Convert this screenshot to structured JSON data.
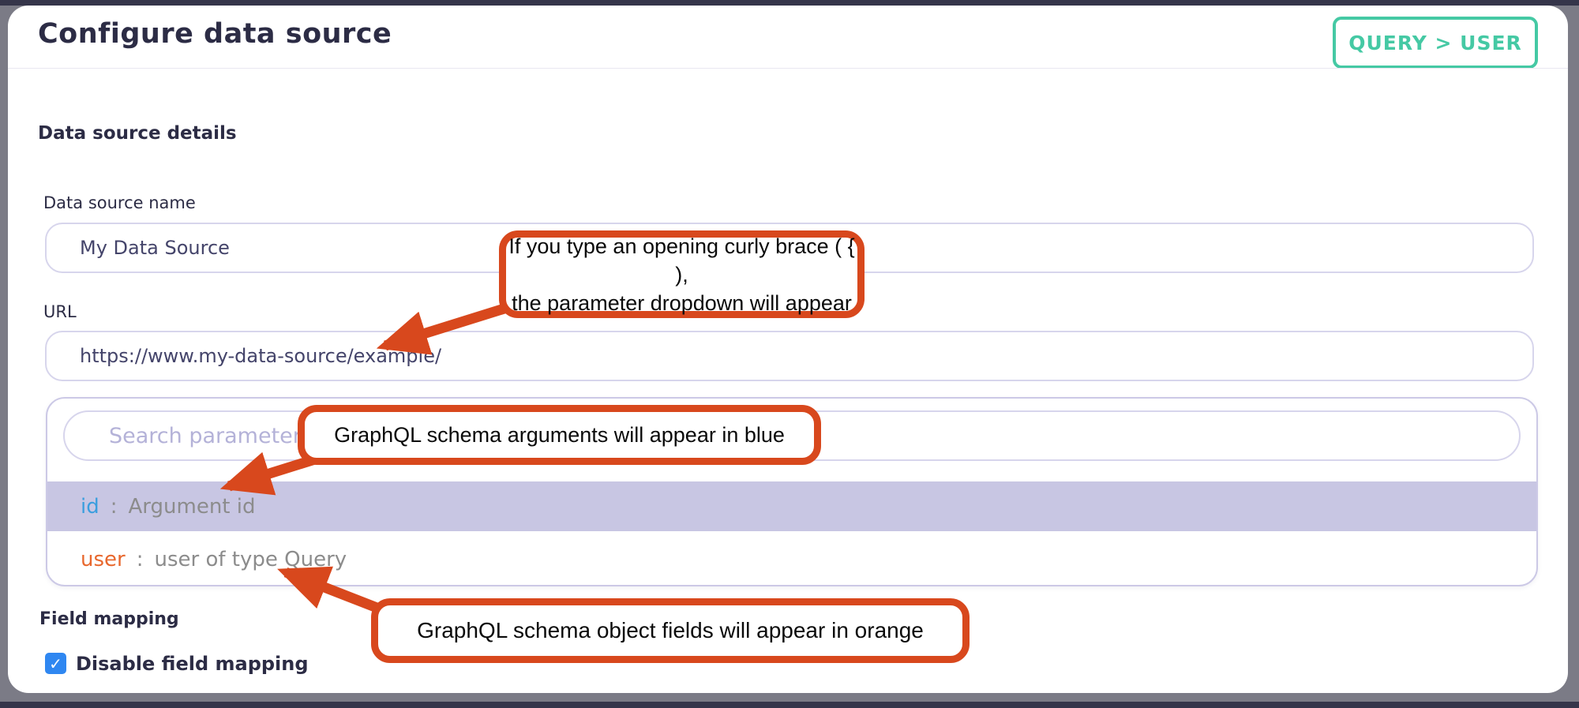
{
  "header": {
    "title": "Configure data source",
    "type_badge": "QUERY > USER"
  },
  "details": {
    "section_title": "Data source details",
    "name_field": {
      "label": "Data source name",
      "value": "My Data Source"
    },
    "url_field": {
      "label": "URL",
      "value": "https://www.my-data-source/example/"
    }
  },
  "parameter_dropdown": {
    "search_placeholder": "Search parameter",
    "items": [
      {
        "name": "id",
        "separator": ":",
        "description": "Argument id",
        "kind": "graphql-schema-argument",
        "name_color": "#3b9ede",
        "highlighted": true
      },
      {
        "name": "user",
        "separator": ":",
        "description": "user of type Query",
        "kind": "graphql-schema-object-field",
        "name_color": "#e8682e",
        "highlighted": false
      }
    ]
  },
  "field_mapping": {
    "section_title": "Field mapping",
    "checkbox": {
      "label": "Disable field mapping",
      "checked": true,
      "check_glyph": "✓"
    }
  },
  "annotations": {
    "curly_brace": {
      "line1": "If you type an opening curly brace ( { ),",
      "line2": "the parameter dropdown will appear"
    },
    "arguments_blue": "GraphQL schema arguments will appear in blue",
    "fields_orange": "GraphQL schema object fields will appear in orange"
  },
  "colors": {
    "accent_teal": "#45c9a4",
    "annotation_orange": "#d8481d",
    "argument_blue": "#3b9ede",
    "object_field_orange": "#e8682e",
    "highlight_lavender": "#c8c6e3",
    "checkbox_blue": "#2f87f1",
    "text_navy": "#2c2c45"
  }
}
